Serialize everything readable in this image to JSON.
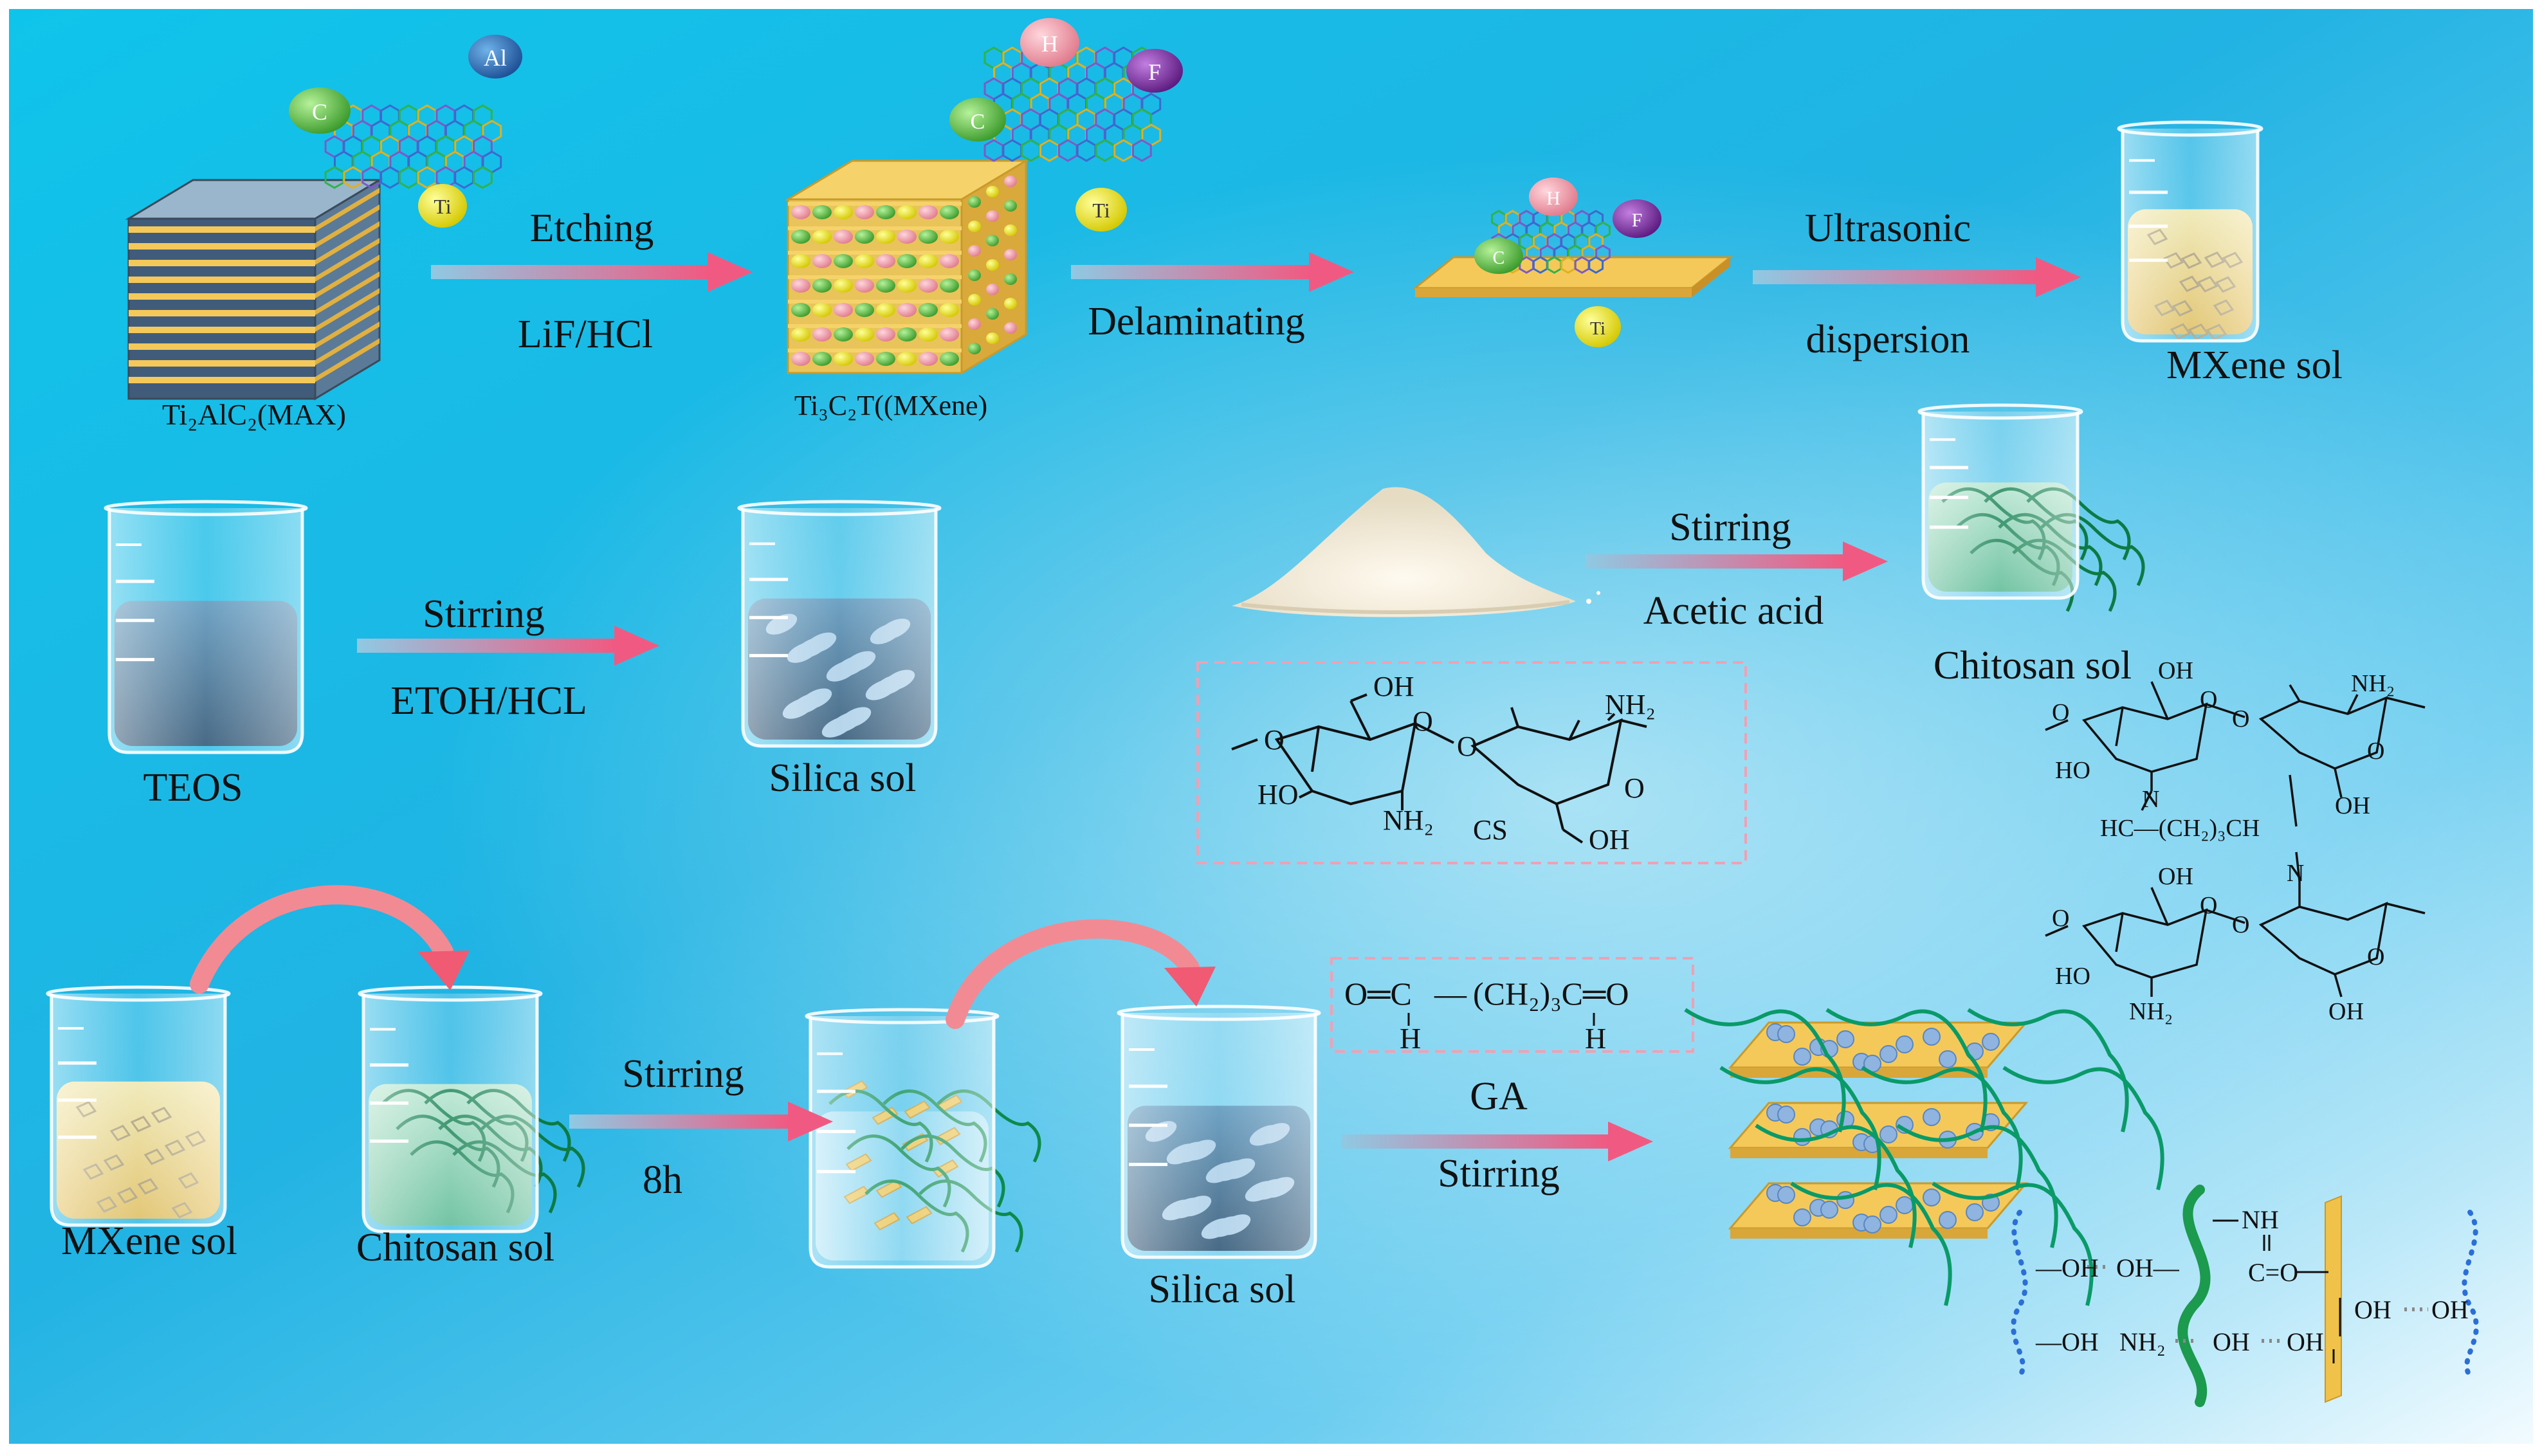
{
  "steps": {
    "etching": "Etching",
    "etching_reagent": "LiF/HCl",
    "delaminating": "Delaminating",
    "ultrasonic": "Ultrasonic",
    "dispersion": "dispersion",
    "stirring_silica": "Stirring",
    "silica_reagent": "ETOH/HCL",
    "stirring_chitosan": "Stirring",
    "chitosan_reagent": "Acetic acid",
    "stirring_mix": "Stirring",
    "mix_time": "8h",
    "ga": "GA",
    "stirring_final": "Stirring"
  },
  "labels": {
    "max_label": "Ti₂AlC₂(MAX)",
    "mxene_stack_label": "Ti₃C₂T((MXene)",
    "mxene_sol": "MXene sol",
    "teos": "TEOS",
    "silica_sol": "Silica sol",
    "chitosan_sol": "Chitosan sol",
    "mxene_sol_2": "MXene sol",
    "chitosan_sol_2": "Chitosan sol",
    "silica_sol_2": "Silica sol"
  },
  "atoms": {
    "al": "Al",
    "c": "C",
    "ti": "Ti",
    "h": "H",
    "f": "F"
  },
  "chemistry": {
    "cs_label": "CS",
    "oh": "OH",
    "nh2": "NH₂",
    "ho": "HO",
    "o": "O",
    "n": "N",
    "ga_left": "O═C",
    "ga_mid": "(CH₂)₃C═O",
    "ga_h": "H",
    "ga_dash": "—",
    "crosslink_chain": "HC—(CH₂)₃CH",
    "hbond_1": "—OH",
    "hbond_2": "OH—",
    "hbond_3": "—OH",
    "hbond_4": "NH₂",
    "hbond_5": "OH",
    "hbond_6": "OH",
    "hbond_7": "OH",
    "hbond_8": "NH",
    "hbond_9": "C=O"
  },
  "colors": {
    "bg_start": "#19c6ea",
    "bg_end": "#e8f7fd",
    "arrow": "#f06080",
    "gold": "#f5c84a",
    "green": "#1a9a5a",
    "pink": "#f29aa8",
    "yellow": "#f2e400",
    "purple": "#7b2a9e",
    "blue_sol": "#2e6a96"
  }
}
